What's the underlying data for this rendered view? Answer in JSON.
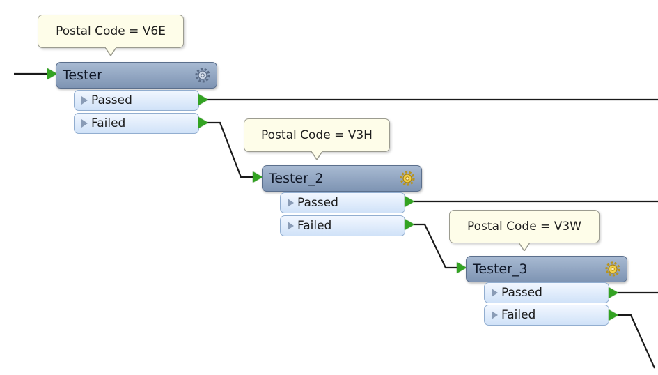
{
  "colors": {
    "node_fill": "#8da2bf",
    "port_fill": "#dfeafa",
    "callout_fill": "#fefde9",
    "connector_green": "#33a322",
    "wire": "#1a1a1a"
  },
  "testers": [
    {
      "name": "Tester",
      "annotation": "Postal Code = V6E",
      "ports": [
        {
          "label": "Passed"
        },
        {
          "label": "Failed"
        }
      ]
    },
    {
      "name": "Tester_2",
      "annotation": "Postal Code = V3H",
      "ports": [
        {
          "label": "Passed"
        },
        {
          "label": "Failed"
        }
      ]
    },
    {
      "name": "Tester_3",
      "annotation": "Postal Code = V3W",
      "ports": [
        {
          "label": "Passed"
        },
        {
          "label": "Failed"
        }
      ]
    }
  ],
  "icons": {
    "settings": "gear-icon",
    "port_expand": "triangle-right-icon",
    "connector": "green-arrow-icon"
  }
}
